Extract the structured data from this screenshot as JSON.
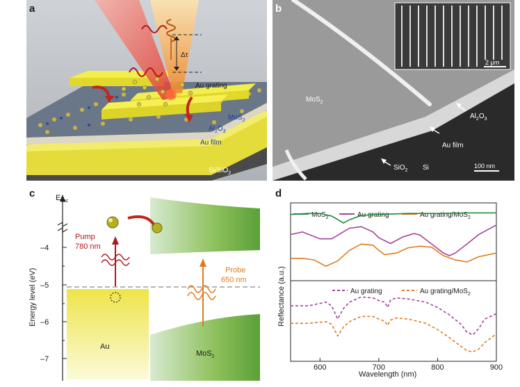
{
  "panels": {
    "a": {
      "label": "a",
      "delay": "Δτ",
      "au_grating": "Au grating",
      "mos2_main": "MoS",
      "mos2_sub": "2",
      "al2o3_a": "Al",
      "al2o3_b": "2",
      "al2o3_c": "O",
      "al2o3_d": "3",
      "au_film": "Au film",
      "substrate": "Si/SiO",
      "substrate_sub": "2"
    },
    "b": {
      "label": "b",
      "mos2": "MoS",
      "mos2_sub": "2",
      "al2o3_a": "Al",
      "al2o3_b": "2",
      "al2o3_c": "O",
      "al2o3_d": "3",
      "au_film": "Au film",
      "sio2": "SiO",
      "sio2_sub": "2",
      "si": "Si",
      "scale_main": "100 nm",
      "scale_inset": "2 μm"
    },
    "c": {
      "label": "c",
      "evac_main": "E",
      "evac_sub": "vac",
      "ylabel": "Energy level (eV)",
      "yticks": [
        "–4",
        "–5",
        "–6",
        "–7"
      ],
      "pump_line1": "Pump",
      "pump_line2": "780 nm",
      "probe_line1": "Probe",
      "probe_line2": "650 nm",
      "au": "Au",
      "mos2": "MoS",
      "mos2_sub": "2"
    },
    "d": {
      "label": "d",
      "ylabel": "Reflectance (a.u.)",
      "xlabel": "Wavelength (nm)",
      "xticks": [
        "600",
        "700",
        "800",
        "900"
      ],
      "legend_top": [
        "MoS",
        "Au grating",
        "Au grating/MoS"
      ],
      "legend_top_sub": "2",
      "legend_bottom": [
        "Au grating",
        "Au grating/MoS"
      ],
      "legend_bottom_sub": "2"
    }
  },
  "colors": {
    "mos2": "#1e8a3c",
    "au_grating": "#a5419a",
    "au_grating_mos2": "#e07b1c",
    "pump": "#b0161c",
    "probe": "#e07b1c",
    "gold": "#e4dc3a"
  },
  "chart_data": {
    "type": "line",
    "xlabel": "Wavelength (nm)",
    "ylabel": "Reflectance (a.u.)",
    "xlim": [
      550,
      900
    ],
    "series": [
      {
        "name": "MoS2",
        "style": "solid",
        "x": [
          550,
          580,
          600,
          620,
          640,
          650,
          660,
          670,
          680,
          700,
          750,
          800,
          850,
          900
        ],
        "y": [
          4.18,
          4.2,
          4.2,
          4.15,
          4.02,
          4.08,
          4.12,
          4.16,
          4.17,
          4.18,
          4.2,
          4.2,
          4.21,
          4.21
        ]
      },
      {
        "name": "Au grating",
        "style": "solid",
        "x": [
          550,
          570,
          600,
          620,
          650,
          670,
          690,
          700,
          720,
          740,
          760,
          770,
          790,
          810,
          820,
          830,
          850,
          870,
          900
        ],
        "y": [
          3.8,
          3.85,
          3.72,
          3.72,
          3.92,
          3.95,
          3.85,
          3.74,
          3.63,
          3.75,
          3.82,
          3.79,
          3.62,
          3.45,
          3.4,
          3.45,
          3.62,
          3.8,
          3.98
        ]
      },
      {
        "name": "Au grating/MoS2",
        "style": "solid",
        "x": [
          550,
          570,
          590,
          610,
          630,
          650,
          670,
          690,
          700,
          710,
          730,
          750,
          770,
          790,
          810,
          830,
          850,
          870,
          900
        ],
        "y": [
          3.35,
          3.35,
          3.32,
          3.2,
          3.3,
          3.5,
          3.62,
          3.6,
          3.5,
          3.42,
          3.45,
          3.55,
          3.58,
          3.56,
          3.4,
          3.32,
          3.28,
          3.38,
          3.45
        ]
      },
      {
        "name": "Au grating",
        "style": "dashed",
        "x": [
          550,
          580,
          610,
          620,
          630,
          640,
          650,
          670,
          690,
          700,
          710,
          715,
          720,
          730,
          750,
          780,
          800,
          820,
          840,
          850,
          860,
          870,
          880,
          900
        ],
        "y": [
          2.45,
          2.45,
          2.52,
          2.45,
          2.2,
          2.4,
          2.52,
          2.62,
          2.6,
          2.55,
          2.52,
          2.42,
          2.56,
          2.6,
          2.58,
          2.52,
          2.42,
          2.28,
          2.1,
          1.95,
          1.9,
          2.02,
          2.2,
          2.3
        ]
      },
      {
        "name": "Au grating/MoS2",
        "style": "dashed",
        "x": [
          550,
          580,
          610,
          620,
          630,
          640,
          650,
          670,
          690,
          700,
          710,
          715,
          720,
          730,
          750,
          780,
          800,
          820,
          840,
          850,
          860,
          870,
          880,
          900
        ],
        "y": [
          2.12,
          2.12,
          2.15,
          2.1,
          1.88,
          2.05,
          2.15,
          2.25,
          2.25,
          2.2,
          2.16,
          2.08,
          2.18,
          2.22,
          2.2,
          2.12,
          2.0,
          1.85,
          1.68,
          1.6,
          1.58,
          1.63,
          1.75,
          1.92
        ]
      }
    ]
  }
}
